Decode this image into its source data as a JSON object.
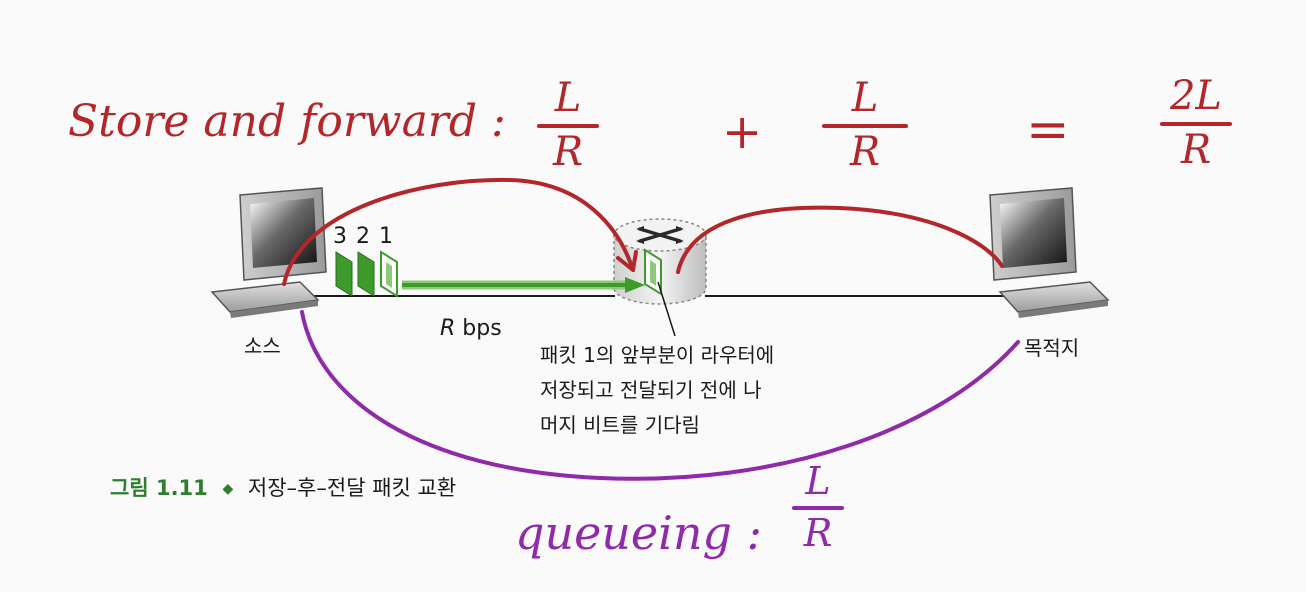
{
  "annotations": {
    "store_forward_label": "Store and forward :",
    "term1_num": "L",
    "term1_den": "R",
    "plus": "+",
    "term2_num": "L",
    "term2_den": "R",
    "equals": "=",
    "result_num": "2L",
    "result_den": "R",
    "queueing_label": "queueing :",
    "queueing_num": "L",
    "queueing_den": "R"
  },
  "figure": {
    "packet_numbers": "3 2 1",
    "link_rate_italic": "R",
    "link_rate_unit": " bps",
    "source_label": "소스",
    "destination_label": "목적지",
    "router_note_lines": [
      "패킷 1의 앞부분이 라우터에",
      "저장되고 전달되기 전에 나",
      "머지 비트를 기다림"
    ],
    "caption_number": "그림 1.11",
    "caption_bullet": "◆",
    "caption_text": "저장–후–전달 패킷 교환"
  },
  "colors": {
    "ink_red": "#b3262a",
    "ink_purple": "#8f2aa8",
    "packet_green": "#3f9a2c",
    "caption_green": "#2f7d2f"
  }
}
